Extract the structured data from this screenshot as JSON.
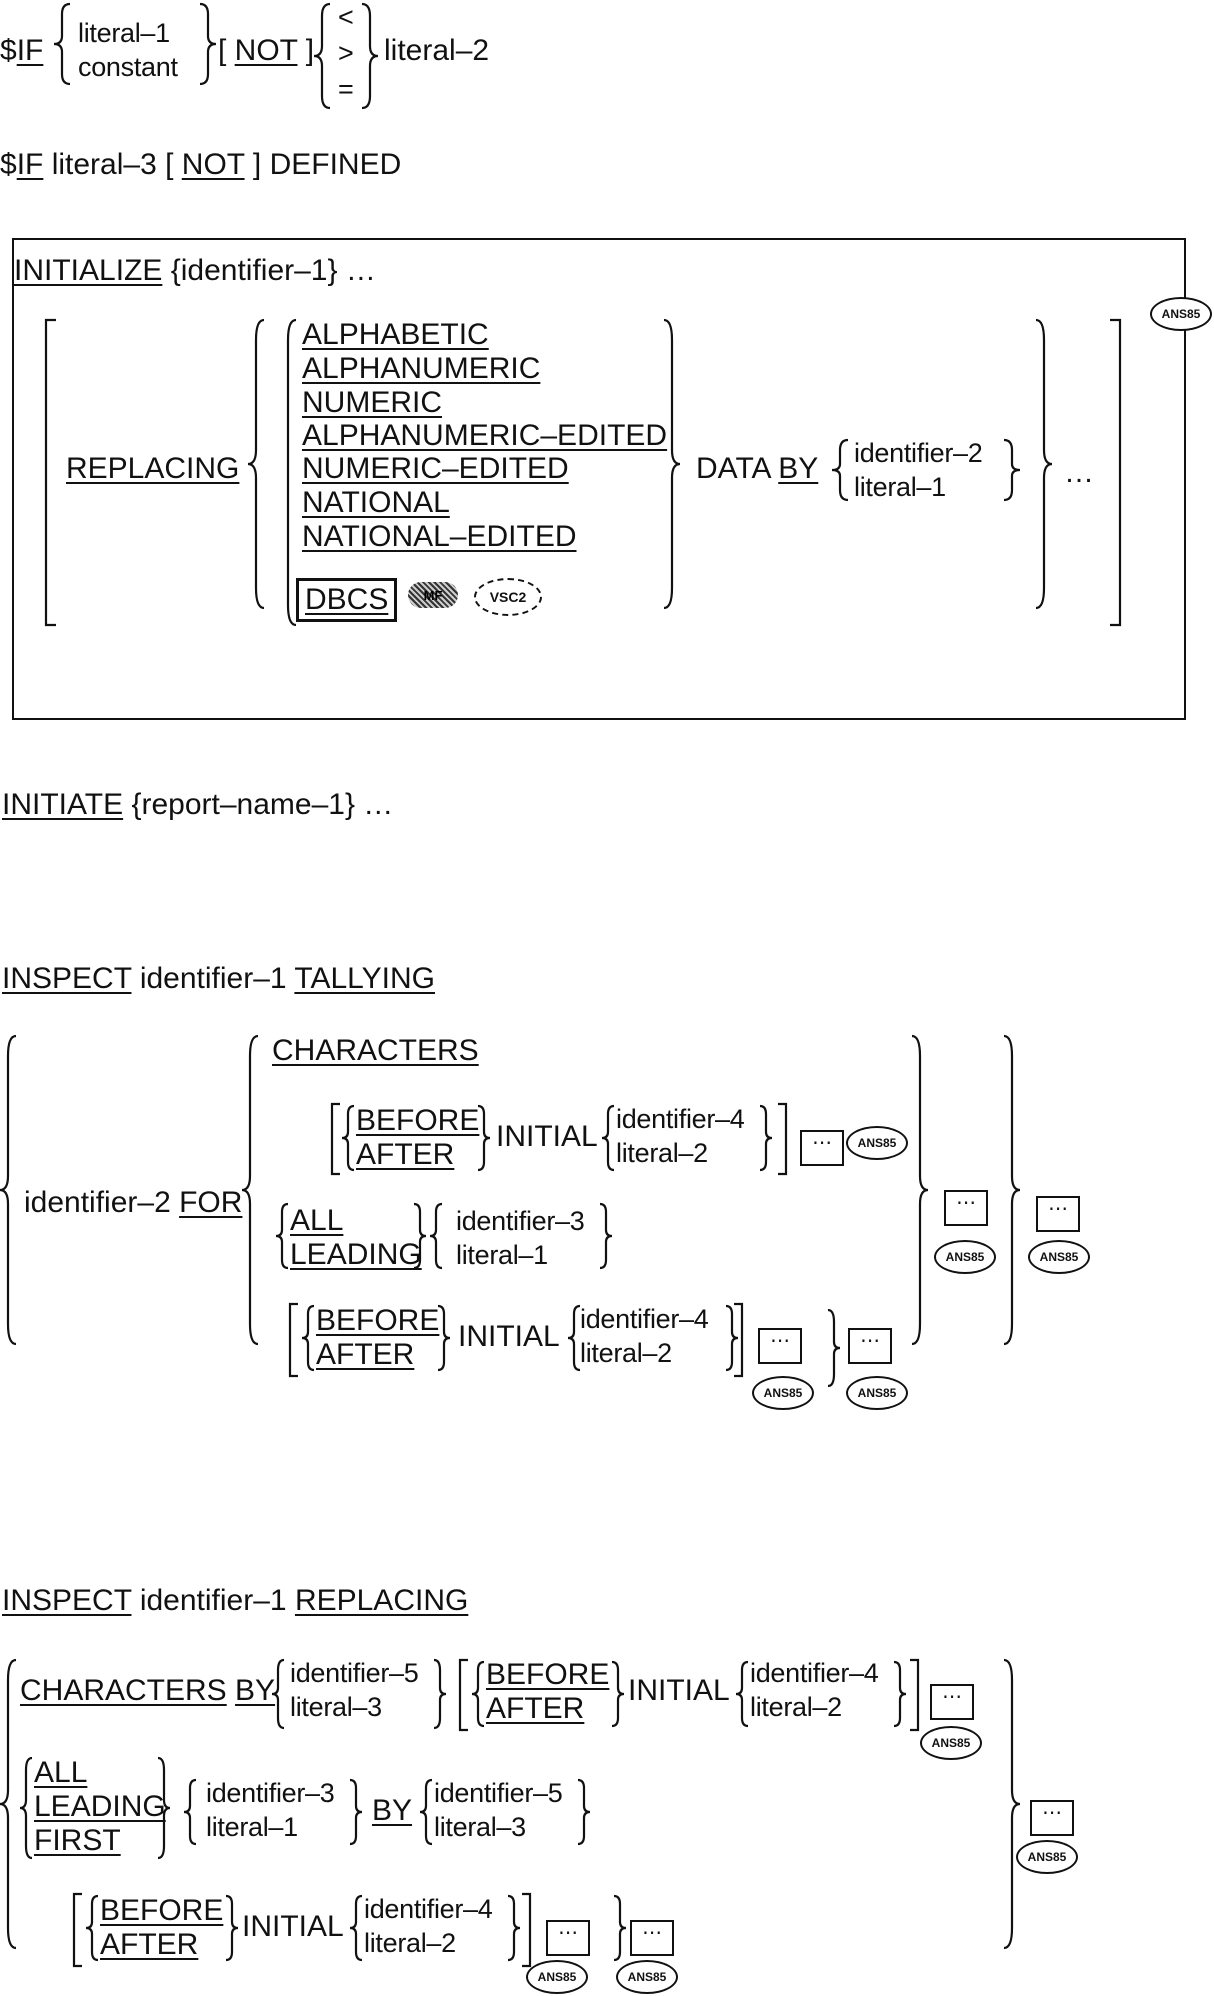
{
  "if1": {
    "kw": "$IF",
    "dollar": "$",
    "kw_u": "IF",
    "opt_a": "literal–1",
    "opt_b": "constant",
    "not": "NOT",
    "lt": "<",
    "gt": ">",
    "eq": "=",
    "operand": "literal–2"
  },
  "if2": {
    "dollar": "$",
    "kw_u": "IF",
    "operand": "literal–3",
    "not": "NOT",
    "tail": "DEFINED"
  },
  "initialize": {
    "kw": "INITIALIZE",
    "operand": "{identifier–1} …",
    "replacing": "REPLACING",
    "categories": [
      "ALPHABETIC",
      "ALPHANUMERIC",
      "NUMERIC",
      "ALPHANUMERIC–EDITED",
      "NUMERIC–EDITED",
      "NATIONAL",
      "NATIONAL–EDITED"
    ],
    "dbcs": "DBCS",
    "mf": "MF",
    "vsc2": "VSC2",
    "data_by_a": "DATA",
    "data_by_b": "BY",
    "src_a": "identifier–2",
    "src_b": "literal–1",
    "ellipsis": "…",
    "ans85": "ANS85"
  },
  "initiate": {
    "kw": "INITIATE",
    "operand": "{report–name–1} …"
  },
  "inspect_tally": {
    "kw": "INSPECT",
    "ident": "identifier–1",
    "tallying": "TALLYING",
    "id2": "identifier–2",
    "for": "FOR",
    "characters": "CHARACTERS",
    "before": "BEFORE",
    "after": "AFTER",
    "initial": "INITIAL",
    "id4": "identifier–4",
    "lit2": "literal–2",
    "all": "ALL",
    "leading": "LEADING",
    "id3": "identifier–3",
    "lit1": "literal–1",
    "ans85": "ANS85",
    "ellipsis": "⋯"
  },
  "inspect_replace": {
    "kw": "INSPECT",
    "ident": "identifier–1",
    "replacing": "REPLACING",
    "characters": "CHARACTERS",
    "by": "BY",
    "id5": "identifier–5",
    "lit3": "literal–3",
    "before": "BEFORE",
    "after": "AFTER",
    "initial": "INITIAL",
    "id4": "identifier–4",
    "lit2": "literal–2",
    "all": "ALL",
    "leading": "LEADING",
    "first": "FIRST",
    "id3": "identifier–3",
    "lit1": "literal–1",
    "ans85": "ANS85",
    "ellipsis": "⋯"
  }
}
